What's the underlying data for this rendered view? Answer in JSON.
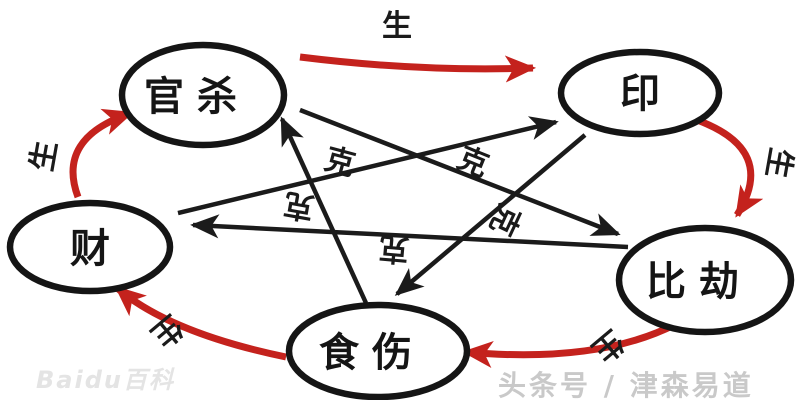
{
  "diagram": {
    "type": "cycle-diagram",
    "subject": "Ten Gods (BaZi) generation and overcoming cycle",
    "colors": {
      "generation_arrow": "#c4221d",
      "overcoming_arrow": "#1b1b1b",
      "node_stroke": "#151515",
      "background": "#ffffff"
    },
    "nodes": [
      {
        "id": "guansha",
        "label": "官杀"
      },
      {
        "id": "yin",
        "label": "印"
      },
      {
        "id": "bijie",
        "label": "比劫"
      },
      {
        "id": "shishang",
        "label": "食伤"
      },
      {
        "id": "cai",
        "label": "财"
      }
    ],
    "generation_cycle": {
      "name": "生 (generates)",
      "arrows": [
        {
          "from": "官杀",
          "to": "印",
          "label": "生"
        },
        {
          "from": "印",
          "to": "比劫",
          "label": "生"
        },
        {
          "from": "比劫",
          "to": "食伤",
          "label": "生"
        },
        {
          "from": "食伤",
          "to": "财",
          "label": "生"
        },
        {
          "from": "财",
          "to": "官杀",
          "label": "生"
        }
      ]
    },
    "overcoming_cycle": {
      "name": "克 (overcomes)",
      "arrows": [
        {
          "from": "食伤",
          "to": "官杀",
          "label": "克"
        },
        {
          "from": "官杀",
          "to": "比劫",
          "label": "克"
        },
        {
          "from": "比劫",
          "to": "财",
          "label": "克"
        },
        {
          "from": "财",
          "to": "印",
          "label": "克"
        },
        {
          "from": "印",
          "to": "食伤",
          "label": "克"
        }
      ]
    }
  },
  "watermarks": {
    "source": "Baidu百科",
    "publisher": "头条号 / 津森易道"
  }
}
